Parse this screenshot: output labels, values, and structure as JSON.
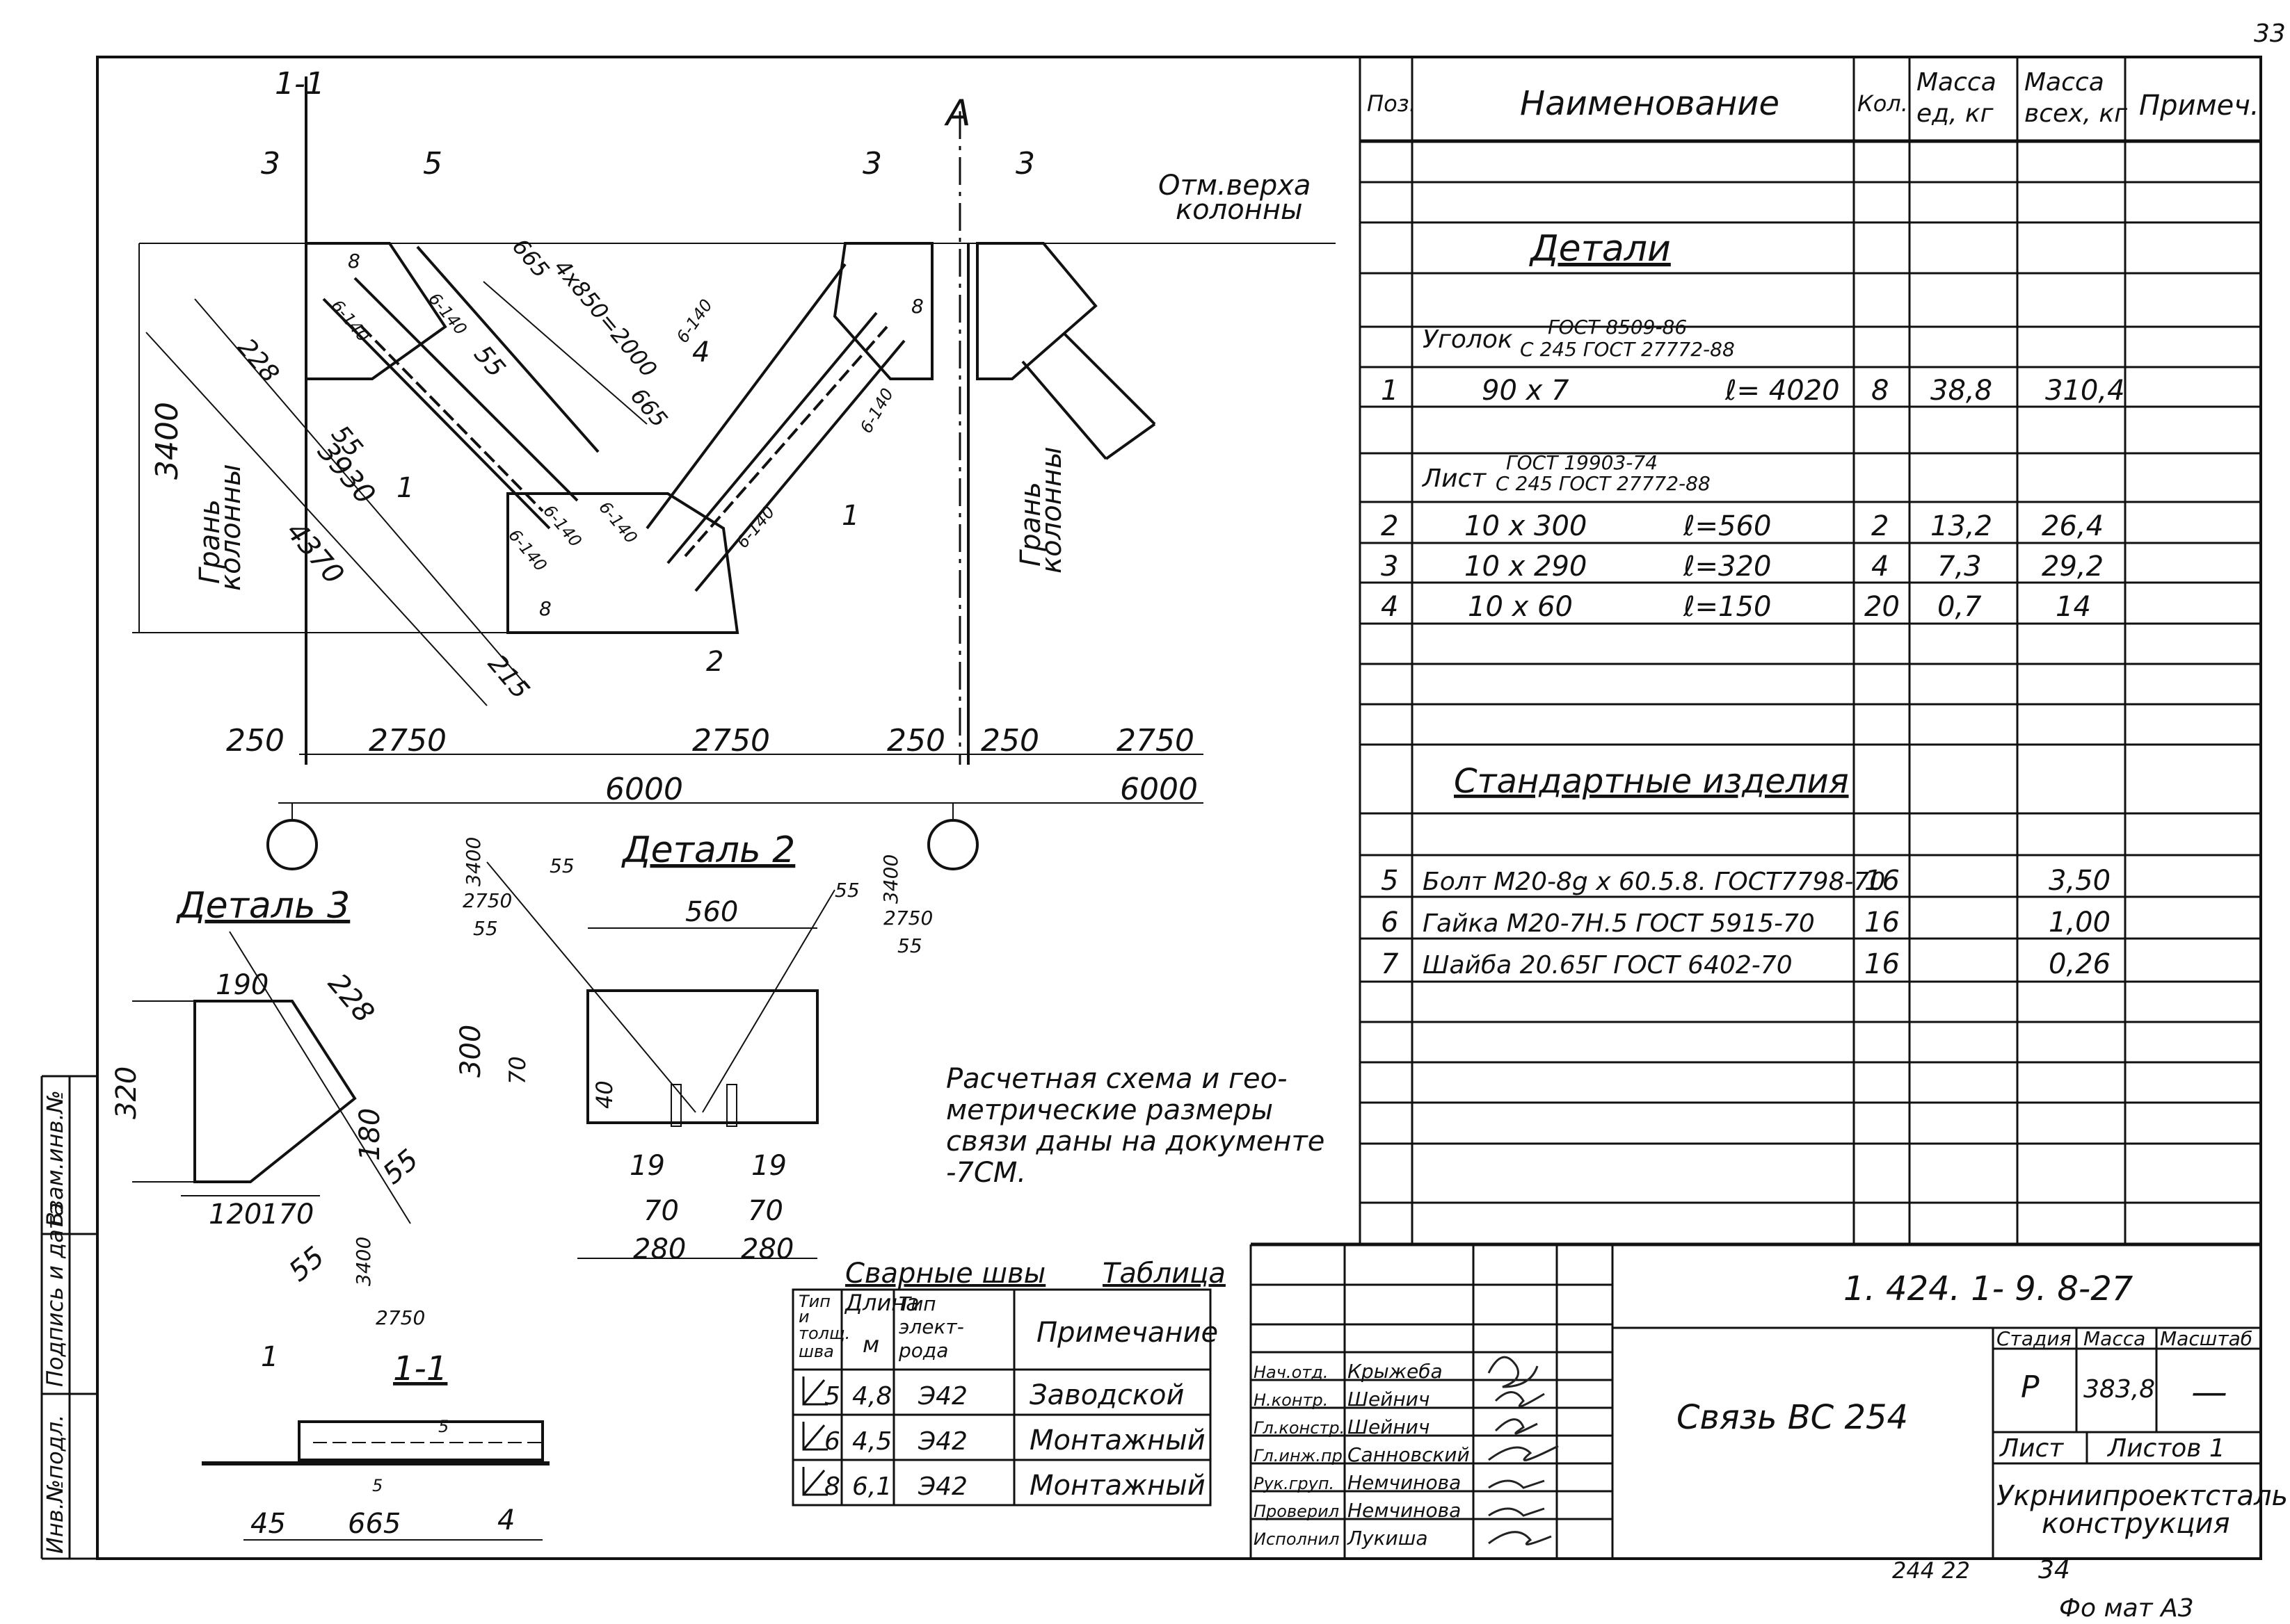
{
  "sheet": {
    "page_number": "33",
    "footer_left": "244 22",
    "footer_right": "34",
    "format": "Фо мат А3"
  },
  "drawing": {
    "sections": [
      "1-1",
      "1",
      "1"
    ],
    "axis_symbol": "A",
    "top_mark": "Отм.верха",
    "top_mark2": "колонны",
    "face_label": "Грань",
    "face_label2": "колонны",
    "face_label_r": "Грань",
    "face_label_r2": "колонны",
    "pos_labels": [
      "3",
      "5",
      "3",
      "3",
      "4",
      "1",
      "1",
      "2",
      "8",
      "8",
      "8"
    ],
    "dims": {
      "d3400": "3400",
      "d3930": "3930",
      "d4370": "4370",
      "d228": "228",
      "d55a": "55",
      "d55b": "55",
      "d665a": "665",
      "d4x850": "4x850=2000",
      "d665b": "665",
      "d215": "215",
      "bolt_a": "6-140",
      "bolt_b": "6-140",
      "bolt_c": "6-140",
      "bolt_d": "6-140",
      "bolt_e": "6-140",
      "bolt_f": "6-140",
      "bolt_g": "6-140",
      "bolt_h": "6-140",
      "b250a": "250",
      "b2750a": "2750",
      "b2750b": "2750",
      "b250b": "250",
      "b250c": "250",
      "b2750c": "2750",
      "b6000a": "6000",
      "b6000b": "6000"
    },
    "detail3": {
      "title": "Деталь 3",
      "d190": "190",
      "d228": "228",
      "d320": "320",
      "d180": "180",
      "d55": "55",
      "d120": "120",
      "d170": "170",
      "d55b": "55",
      "d3400": "3400",
      "d2750": "2750"
    },
    "detail2": {
      "title": "Деталь 2",
      "d560": "560",
      "d300": "300",
      "d70": "70",
      "d40": "40",
      "d19a": "19",
      "d19b": "19",
      "d70a": "70",
      "d70b": "70",
      "d280a": "280",
      "d280b": "280",
      "l3400": "3400",
      "l2750": "2750",
      "l55a": "55",
      "l55b": "55",
      "r3400": "3400",
      "r2750": "2750",
      "r55a": "55",
      "r55b": "55"
    },
    "section11": {
      "title": "1-1",
      "pos1": "1",
      "pos4": "4",
      "d45": "45",
      "d665": "665",
      "d5a": "5",
      "d5b": "5"
    },
    "note": [
      "Расчетная схема и гео-",
      "метрические размеры",
      "связи даны на документе",
      "-7СМ."
    ]
  },
  "spec_table": {
    "headers": [
      "Поз.",
      "Наименование",
      "Кол.",
      "Масса ед, кг",
      "Масса всех, кг",
      "Примеч."
    ],
    "header_lines": {
      "mass_unit": [
        "Масса",
        "ед, кг"
      ],
      "mass_all": [
        "Масса",
        "всех, кг"
      ]
    },
    "section_details": "Детали",
    "angle_label": "Уголок",
    "angle_std_top": "ГОСТ 8509-86",
    "angle_std_bottom": "С 245 ГОСТ 27772-88",
    "sheet_label": "Лист",
    "sheet_std_top": "ГОСТ 19903-74",
    "sheet_std_bottom": "С 245 ГОСТ 27772-88",
    "section_std": "Стандартные изделия",
    "rows": [
      {
        "pos": "1",
        "name": "90 х 7",
        "len": "ℓ= 4020",
        "qty": "8",
        "mass_unit": "38,8",
        "mass_all": "310,4"
      },
      {
        "pos": "2",
        "name": "10 х 300",
        "len": "ℓ=560",
        "qty": "2",
        "mass_unit": "13,2",
        "mass_all": "26,4"
      },
      {
        "pos": "3",
        "name": "10 х 290",
        "len": "ℓ=320",
        "qty": "4",
        "mass_unit": "7,3",
        "mass_all": "29,2"
      },
      {
        "pos": "4",
        "name": "10 х 60",
        "len": "ℓ=150",
        "qty": "20",
        "mass_unit": "0,7",
        "mass_all": "14"
      },
      {
        "pos": "5",
        "name": "Болт М20-8g х 60.5.8. ГОСТ7798-70",
        "qty": "16",
        "mass_all": "3,50"
      },
      {
        "pos": "6",
        "name": "Гайка М20-7Н.5 ГОСТ 5915-70",
        "qty": "16",
        "mass_all": "1,00"
      },
      {
        "pos": "7",
        "name": "Шайба 20.65Г ГОСТ 6402-70",
        "qty": "16",
        "mass_all": "0,26"
      }
    ]
  },
  "weld_table": {
    "title": "Сварные швы",
    "table_label": "Таблица",
    "headers": [
      "Тип и толщ. шва",
      "Длина м",
      "Тип электрода",
      "Примечание"
    ],
    "header_lines": {
      "type": [
        "Тип",
        "и",
        "толщ.",
        "шва"
      ],
      "length": [
        "Длина",
        "м"
      ],
      "electrode": [
        "Тип",
        "элект-",
        "рода"
      ]
    },
    "rows": [
      {
        "type": "5",
        "length": "4,8",
        "electrode": "Э42",
        "note": "Заводской"
      },
      {
        "type": "6",
        "length": "4,5",
        "electrode": "Э42",
        "note": "Монтажный"
      },
      {
        "type": "8",
        "length": "6,1",
        "electrode": "Э42",
        "note": "Монтажный"
      }
    ]
  },
  "title_block": {
    "doc_number": "1. 424. 1- 9. 8-27",
    "name": "Связь ВС 254",
    "stage_label": "Стадия",
    "mass_label": "Масса",
    "scale_label": "Масштаб",
    "stage": "Р",
    "mass": "383,8",
    "scale": "—",
    "sheet_label": "Лист",
    "sheets_label": "Листов 1",
    "org": [
      "Укрниипроектсталь",
      "конструкция"
    ],
    "people": [
      {
        "role": "Нач.отд.",
        "name": "Крыжеба"
      },
      {
        "role": "Н.контр.",
        "name": "Шейнич"
      },
      {
        "role": "Гл.констр.",
        "name": "Шейнич"
      },
      {
        "role": "Гл.инж.пр.",
        "name": "Санновский"
      },
      {
        "role": "Рук.груп.",
        "name": "Немчинова"
      },
      {
        "role": "Проверил",
        "name": "Немчинова"
      },
      {
        "role": "Исполнил",
        "name": "Лукиша"
      }
    ]
  },
  "side_stamp": [
    "Инв.№подл.",
    "Подпись и дата",
    "Взам.инв.№"
  ]
}
